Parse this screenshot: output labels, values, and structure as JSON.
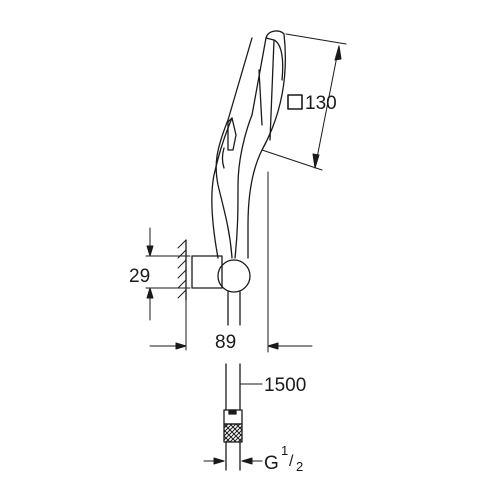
{
  "drawing": {
    "dimensions": {
      "head_size": "130",
      "head_size_symbol": "square-symbol",
      "bracket_height": "29",
      "wall_projection": "89",
      "hose_length": "1500",
      "thread_letter": "G",
      "thread_num": "1",
      "thread_den": "2"
    },
    "colors": {
      "line": "#1a1a1a",
      "background": "#ffffff"
    }
  }
}
